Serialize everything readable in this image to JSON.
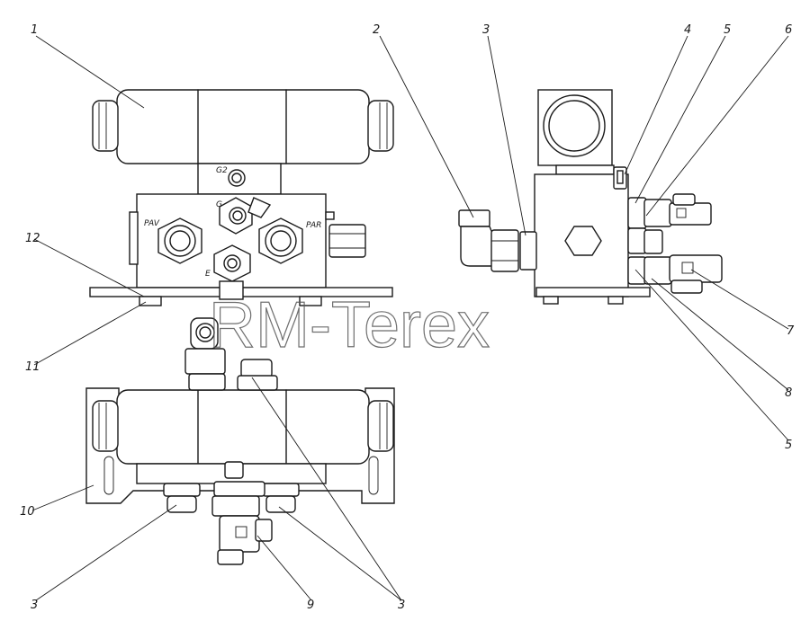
{
  "watermark": "RM-Terex",
  "callouts": {
    "c1": "1",
    "c2": "2",
    "c3a": "3",
    "c4": "4",
    "c5a": "5",
    "c6": "6",
    "c7": "7",
    "c8": "8",
    "c5b": "5",
    "c9": "9",
    "c3b": "3",
    "c3c": "3",
    "c10": "10",
    "c11": "11",
    "c12": "12"
  },
  "ports": {
    "g2": "G2",
    "g": "G",
    "pav": "PAV",
    "par": "PAR",
    "e": "E"
  }
}
